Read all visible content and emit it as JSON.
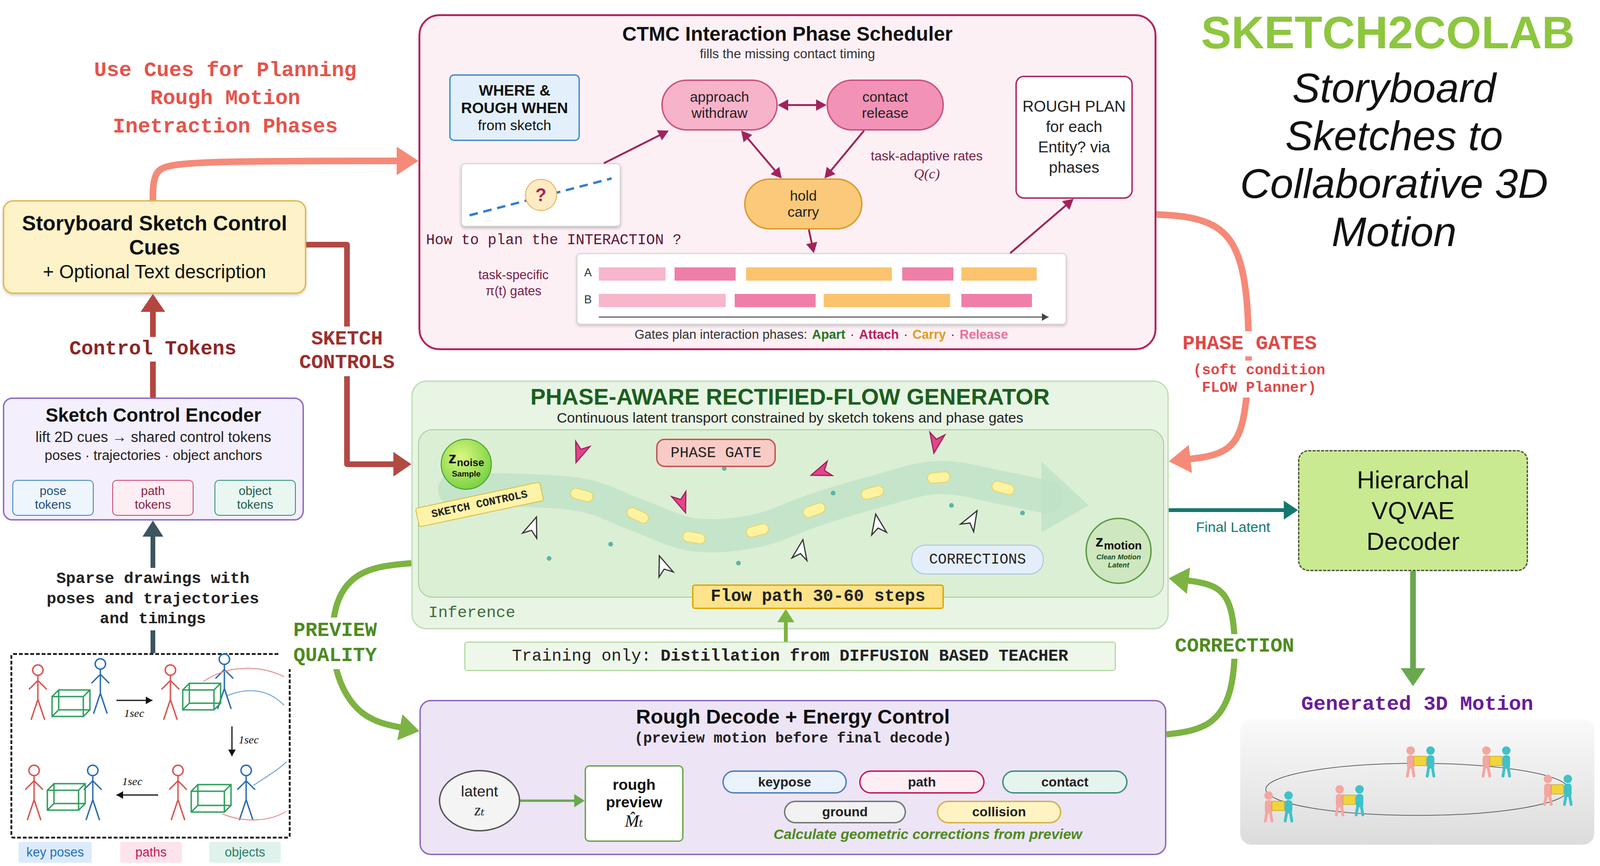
{
  "diagram": {
    "title": "SKETCH2COLAB",
    "nodes": [
      {
        "text": [
          "CTMC Interaction Phase Scheduler",
          "fills the missing contact timing"
        ]
      },
      {
        "text": [
          "WHERE & ROUGH WHEN",
          "from sketch"
        ],
        "in": 0
      },
      {
        "text": [
          "?"
        ],
        "in": 0
      },
      {
        "text": [
          "approach withdraw"
        ],
        "in": 0
      },
      {
        "text": [
          "contact release"
        ],
        "in": 0
      },
      {
        "text": [
          "hold carry"
        ],
        "in": 0
      },
      {
        "text": [
          "ROUGH PLAN for each Entity? via phases"
        ],
        "in": 0
      },
      {
        "text": [
          "A",
          "B"
        ],
        "in": 0
      },
      {
        "text": [
          "Storyboard Sketch Control Cues",
          "+ Optional Text description"
        ]
      },
      {
        "text": [
          "Sketch Control Encoder",
          "lift 2D cues → shared control tokens",
          "poses · trajectories · object anchors"
        ]
      },
      {
        "text": [
          "pose tokens"
        ],
        "in": 9
      },
      {
        "text": [
          "path tokens"
        ],
        "in": 9
      },
      {
        "text": [
          "object tokens"
        ],
        "in": 9
      },
      {
        "text": [
          "1sec",
          "1sec",
          "1sec"
        ]
      },
      {
        "text": [
          "key poses"
        ]
      },
      {
        "text": [
          "paths"
        ]
      },
      {
        "text": [
          "objects"
        ]
      },
      {
        "text": [
          "PHASE-AWARE RECTIFIED-FLOW GENERATOR",
          "Continuous latent transport constrained by sketch tokens and phase gates",
          "Inference"
        ]
      },
      {
        "text": [
          "z",
          "noise",
          "Sample"
        ],
        "in": 17
      },
      {
        "text": [
          "SKETCH CONTROLS"
        ],
        "in": 17
      },
      {
        "text": [
          "PHASE GATE"
        ],
        "in": 17
      },
      {
        "text": [
          "CORRECTIONS"
        ],
        "in": 17
      },
      {
        "text": [
          "z",
          "motion",
          "Clean Motion Latent"
        ],
        "in": 17
      },
      {
        "text": [
          "Flow path 30-60 steps"
        ],
        "in": 17
      },
      {
        "text": [
          "Training only:",
          "Distillation from DIFFUSION BASED TEACHER"
        ]
      },
      {
        "text": [
          "Rough Decode + Energy Control",
          "(preview motion before final decode)",
          "Calculate geometric corrections from preview"
        ]
      },
      {
        "text": [
          "latent",
          "zₜ"
        ],
        "in": 25
      },
      {
        "text": [
          "rough preview",
          "M̂ₜ"
        ],
        "in": 25
      },
      {
        "text": [
          "keypose"
        ],
        "in": 25
      },
      {
        "text": [
          "path"
        ],
        "in": 25
      },
      {
        "text": [
          "contact"
        ],
        "in": 25
      },
      {
        "text": [
          "ground"
        ],
        "in": 25
      },
      {
        "text": [
          "collision"
        ],
        "in": 25
      },
      {
        "text": [
          "Hierarchal VQVAE Decoder"
        ]
      },
      {
        "text": [
          "Generated 3D Motion"
        ]
      }
    ],
    "edges": [
      {
        "from": 13,
        "to": 9,
        "arrow": "to",
        "label": "Sparse drawings with poses and trajectories and timings"
      },
      {
        "from": 9,
        "to": 8,
        "arrow": "to",
        "label": "Control Tokens"
      },
      {
        "from": 8,
        "to": 0,
        "arrow": "to",
        "label": "Use Cues for Planning Rough Motion Inetraction Phases"
      },
      {
        "from": 8,
        "to": 17,
        "arrow": "to",
        "label": "SKETCH CONTROLS"
      },
      {
        "from": 0,
        "to": 17,
        "arrow": "to",
        "label": "PHASE GATES"
      },
      {
        "from": 17,
        "to": 25,
        "arrow": "to",
        "label": "PREVIEW QUALITY"
      },
      {
        "from": 25,
        "to": 17,
        "arrow": "to",
        "label": "CORRECTION"
      },
      {
        "from": 24,
        "to": 23,
        "arrow": "to"
      },
      {
        "from": 17,
        "to": 33,
        "arrow": "to",
        "label": "Final Latent"
      },
      {
        "from": 33,
        "to": 34,
        "arrow": "to"
      },
      {
        "from": 2,
        "to": 3,
        "arrow": "to"
      },
      {
        "from": 3,
        "to": 4,
        "arrow": "both"
      },
      {
        "from": 3,
        "to": 5,
        "arrow": "both"
      },
      {
        "from": 4,
        "to": 5,
        "arrow": "to"
      },
      {
        "from": 5,
        "to": 7,
        "arrow": "to"
      },
      {
        "from": 7,
        "to": 6,
        "arrow": "to"
      },
      {
        "from": 26,
        "to": 27,
        "arrow": "to"
      }
    ],
    "labels": [
      "Storyboard Sketches to Collaborative 3D Motion",
      "task-adaptive rates",
      "Q(c)",
      "How to plan the INTERACTION ?",
      "task-specific",
      "π(t) gates",
      "Gates plan interaction phases:",
      "Apart",
      "·",
      "Attach",
      "·",
      "Carry",
      "·",
      "Release",
      "(soft condition FLOW Planner)"
    ]
  }
}
